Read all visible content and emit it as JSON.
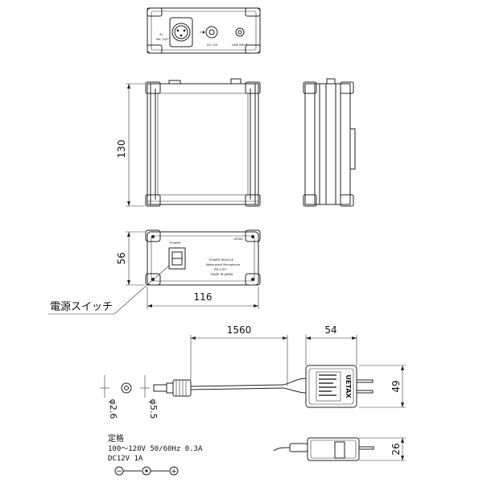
{
  "dimensions": {
    "height_main": "130",
    "height_front": "56",
    "width_main": "116",
    "cable_length": "1560",
    "adapter_width": "54",
    "adapter_height": "49",
    "adapter_depth": "26",
    "plug_inner": "φ2.6",
    "plug_outer": "φ5.5"
  },
  "labels": {
    "power_switch_callout": "電源スイッチ",
    "top_xlr_label_a": "XL",
    "top_xlr_label_b": "MIC OUT",
    "top_dc_label": "DC 12V",
    "top_line_label": "LINE INPUT",
    "front_power": "POWER",
    "front_brand": "UETAX",
    "front_line1": "POWER MODULE",
    "front_line2": "Waterproof Microphone",
    "front_line3": "PM-1707",
    "front_line4": "MADE IN JAPAN",
    "adapter_brand": "UETAX"
  },
  "specs": {
    "title": "定格",
    "line1": "100～120V  50/60Hz  0.3A",
    "line2": "DC12V  1A",
    "polarity_left": "−",
    "polarity_right": "+"
  }
}
